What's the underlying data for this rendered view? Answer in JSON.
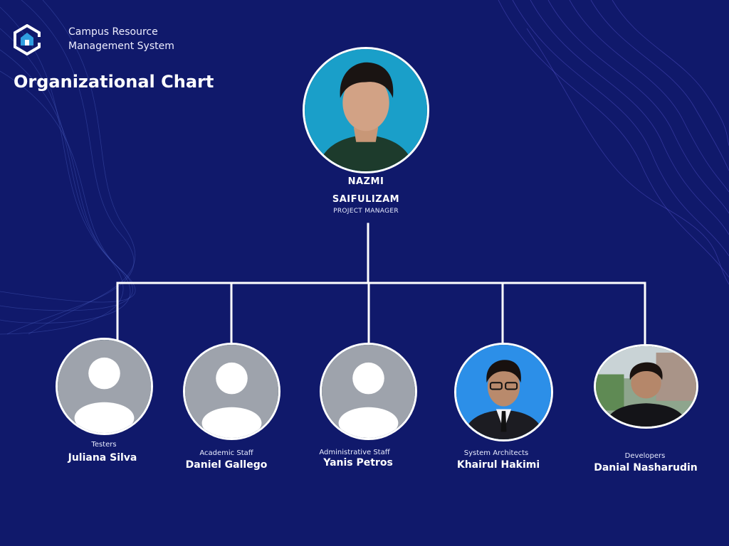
{
  "brand": {
    "line1": "Campus Resource",
    "line2": "Management System"
  },
  "title": "Organizational Chart",
  "manager": {
    "first_name": "NAZMI",
    "last_name": "SAIFULIZAM",
    "role": "PROJECT MANAGER"
  },
  "members": [
    {
      "role": "Testers",
      "name": "Juliana Silva",
      "photo": "placeholder"
    },
    {
      "role": "Academic Staff",
      "name": "Daniel Gallego",
      "photo": "placeholder"
    },
    {
      "role": "Administrative Staff",
      "name": "Yanis Petros",
      "photo": "placeholder"
    },
    {
      "role": "System Architects",
      "name": "Khairul Hakimi",
      "photo": "portrait-blue-background"
    },
    {
      "role": "Developers",
      "name": "Danial Nasharudin",
      "photo": "portrait-outdoor"
    }
  ],
  "colors": {
    "background": "#10196b",
    "connector": "#ffffff",
    "avatar_ring": "#0f3b3a",
    "placeholder": "#9ea3ac"
  }
}
